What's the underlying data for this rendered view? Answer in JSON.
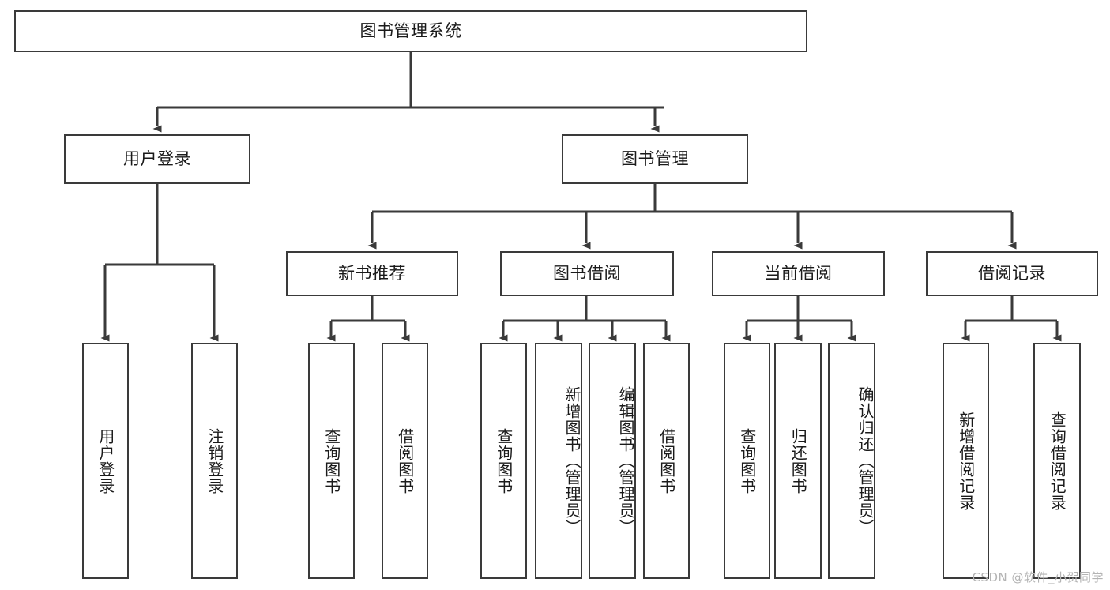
{
  "diagram": {
    "type": "tree-hierarchy",
    "title": "图书管理系统",
    "style": {
      "box_border_color": "#3a3a3a",
      "box_fill_color": "#ffffff",
      "text_color": "#1a1a1a",
      "connector_color": "#3a3a3a",
      "watermark_color": "#b4b4b4",
      "background": "#ffffff"
    },
    "watermark": "CSDN @软件_小贺同学",
    "levels": [
      {
        "level": 1,
        "nodes": [
          {
            "id": "root",
            "label": "图书管理系统",
            "orientation": "horizontal"
          }
        ]
      },
      {
        "level": 2,
        "nodes": [
          {
            "id": "login",
            "label": "用户登录",
            "orientation": "horizontal",
            "parent": "root"
          },
          {
            "id": "bookmgmt",
            "label": "图书管理",
            "orientation": "horizontal",
            "parent": "root"
          }
        ]
      },
      {
        "level": 3,
        "nodes": [
          {
            "id": "newbook",
            "label": "新书推荐",
            "orientation": "horizontal",
            "parent": "bookmgmt"
          },
          {
            "id": "borrow",
            "label": "图书借阅",
            "orientation": "horizontal",
            "parent": "bookmgmt"
          },
          {
            "id": "current",
            "label": "当前借阅",
            "orientation": "horizontal",
            "parent": "bookmgmt"
          },
          {
            "id": "records",
            "label": "借阅记录",
            "orientation": "horizontal",
            "parent": "bookmgmt"
          }
        ]
      },
      {
        "level": 4,
        "nodes": [
          {
            "id": "leaf1",
            "label": "用户登录",
            "orientation": "vertical",
            "parent": "login"
          },
          {
            "id": "leaf2",
            "label": "注销登录",
            "orientation": "vertical",
            "parent": "login"
          },
          {
            "id": "leaf3",
            "label": "查询图书",
            "orientation": "vertical",
            "parent": "newbook"
          },
          {
            "id": "leaf4",
            "label": "借阅图书",
            "orientation": "vertical",
            "parent": "newbook"
          },
          {
            "id": "leaf5",
            "label": "查询图书",
            "orientation": "vertical",
            "parent": "borrow"
          },
          {
            "id": "leaf6",
            "label": "新增图书（管理员）",
            "orientation": "vertical",
            "parent": "borrow"
          },
          {
            "id": "leaf7",
            "label": "编辑图书（管理员）",
            "orientation": "vertical",
            "parent": "borrow"
          },
          {
            "id": "leaf8",
            "label": "借阅图书",
            "orientation": "vertical",
            "parent": "borrow"
          },
          {
            "id": "leaf9",
            "label": "查询图书",
            "orientation": "vertical",
            "parent": "current"
          },
          {
            "id": "leaf10",
            "label": "归还图书",
            "orientation": "vertical",
            "parent": "current"
          },
          {
            "id": "leaf11",
            "label": "确认归还（管理员）",
            "orientation": "vertical",
            "parent": "current"
          },
          {
            "id": "leaf12",
            "label": "新增借阅记录",
            "orientation": "vertical",
            "parent": "records"
          },
          {
            "id": "leaf13",
            "label": "查询借阅记录",
            "orientation": "vertical",
            "parent": "records"
          }
        ]
      }
    ]
  }
}
